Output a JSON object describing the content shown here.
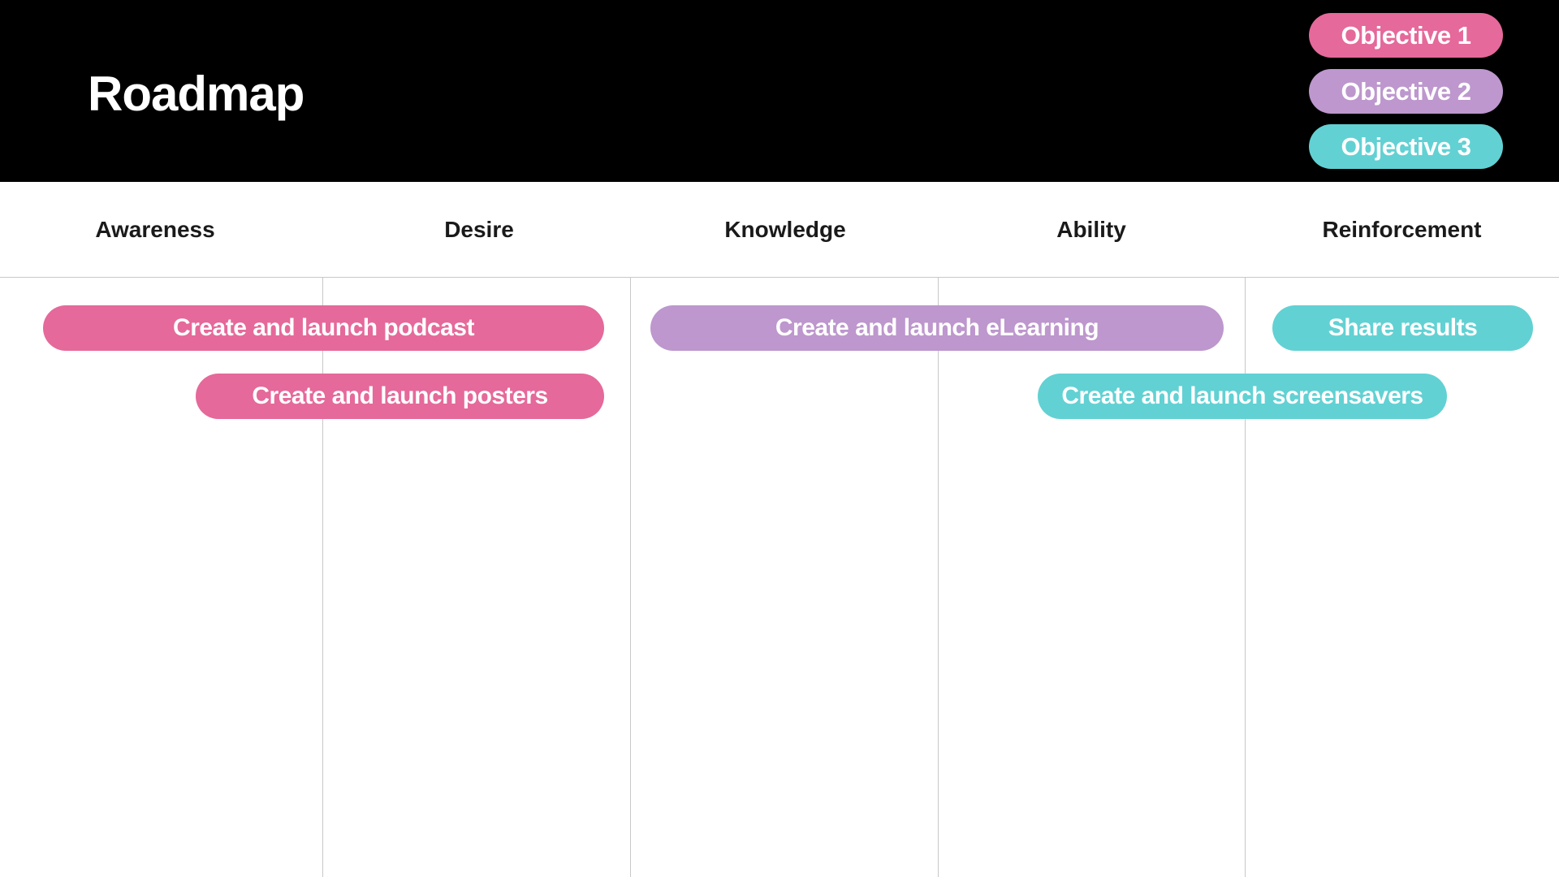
{
  "title": "Roadmap",
  "colors": {
    "objective_1": "#E5699A",
    "objective_2": "#BD97CD",
    "objective_3": "#62D1D3",
    "header_bg": "#000000",
    "divider": "#C8C8C8"
  },
  "legend": [
    {
      "label": "Objective 1",
      "color": "#E5699A"
    },
    {
      "label": "Objective 2",
      "color": "#BD97CD"
    },
    {
      "label": "Objective 3",
      "color": "#62D1D3"
    }
  ],
  "stages": [
    "Awareness",
    "Desire",
    "Knowledge",
    "Ability",
    "Reinforcement"
  ],
  "tasks": [
    {
      "label": "Create and launch podcast",
      "objective": 1,
      "start_stage": "Awareness",
      "end_stage": "Desire",
      "row": 1
    },
    {
      "label": "Create and launch posters",
      "objective": 1,
      "start_stage": "Awareness",
      "end_stage": "Desire",
      "row": 2
    },
    {
      "label": "Create and launch eLearning",
      "objective": 2,
      "start_stage": "Knowledge",
      "end_stage": "Ability",
      "row": 1
    },
    {
      "label": "Share results",
      "objective": 3,
      "start_stage": "Reinforcement",
      "end_stage": "Reinforcement",
      "row": 1
    },
    {
      "label": "Create and launch screensavers",
      "objective": 3,
      "start_stage": "Ability",
      "end_stage": "Reinforcement",
      "row": 2
    }
  ]
}
